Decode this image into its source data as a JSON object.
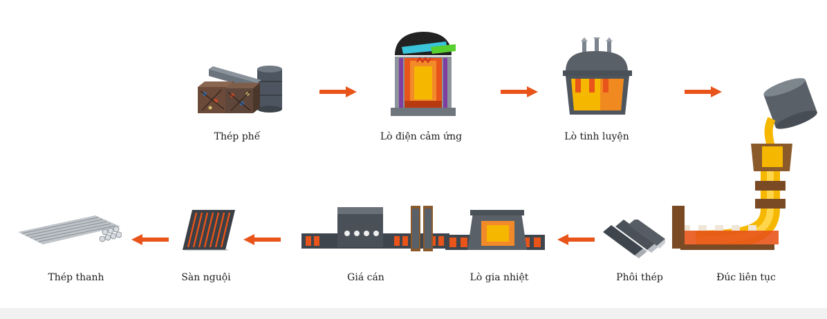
{
  "steps": [
    {
      "label": "Thép phế"
    },
    {
      "label": "Lò điện cảm ứng"
    },
    {
      "label": "Lò tinh luyện"
    },
    {
      "label": "Đúc liên tục"
    },
    {
      "label": "Phôi thép"
    },
    {
      "label": "Lò gia nhiệt"
    },
    {
      "label": "Giá cán"
    },
    {
      "label": "Sàn nguội"
    },
    {
      "label": "Thép thanh"
    }
  ],
  "colors": {
    "arrow": "#e8541a",
    "molten": "#f5b700",
    "furnace": "#5a6068",
    "hot": "#e8541a"
  }
}
